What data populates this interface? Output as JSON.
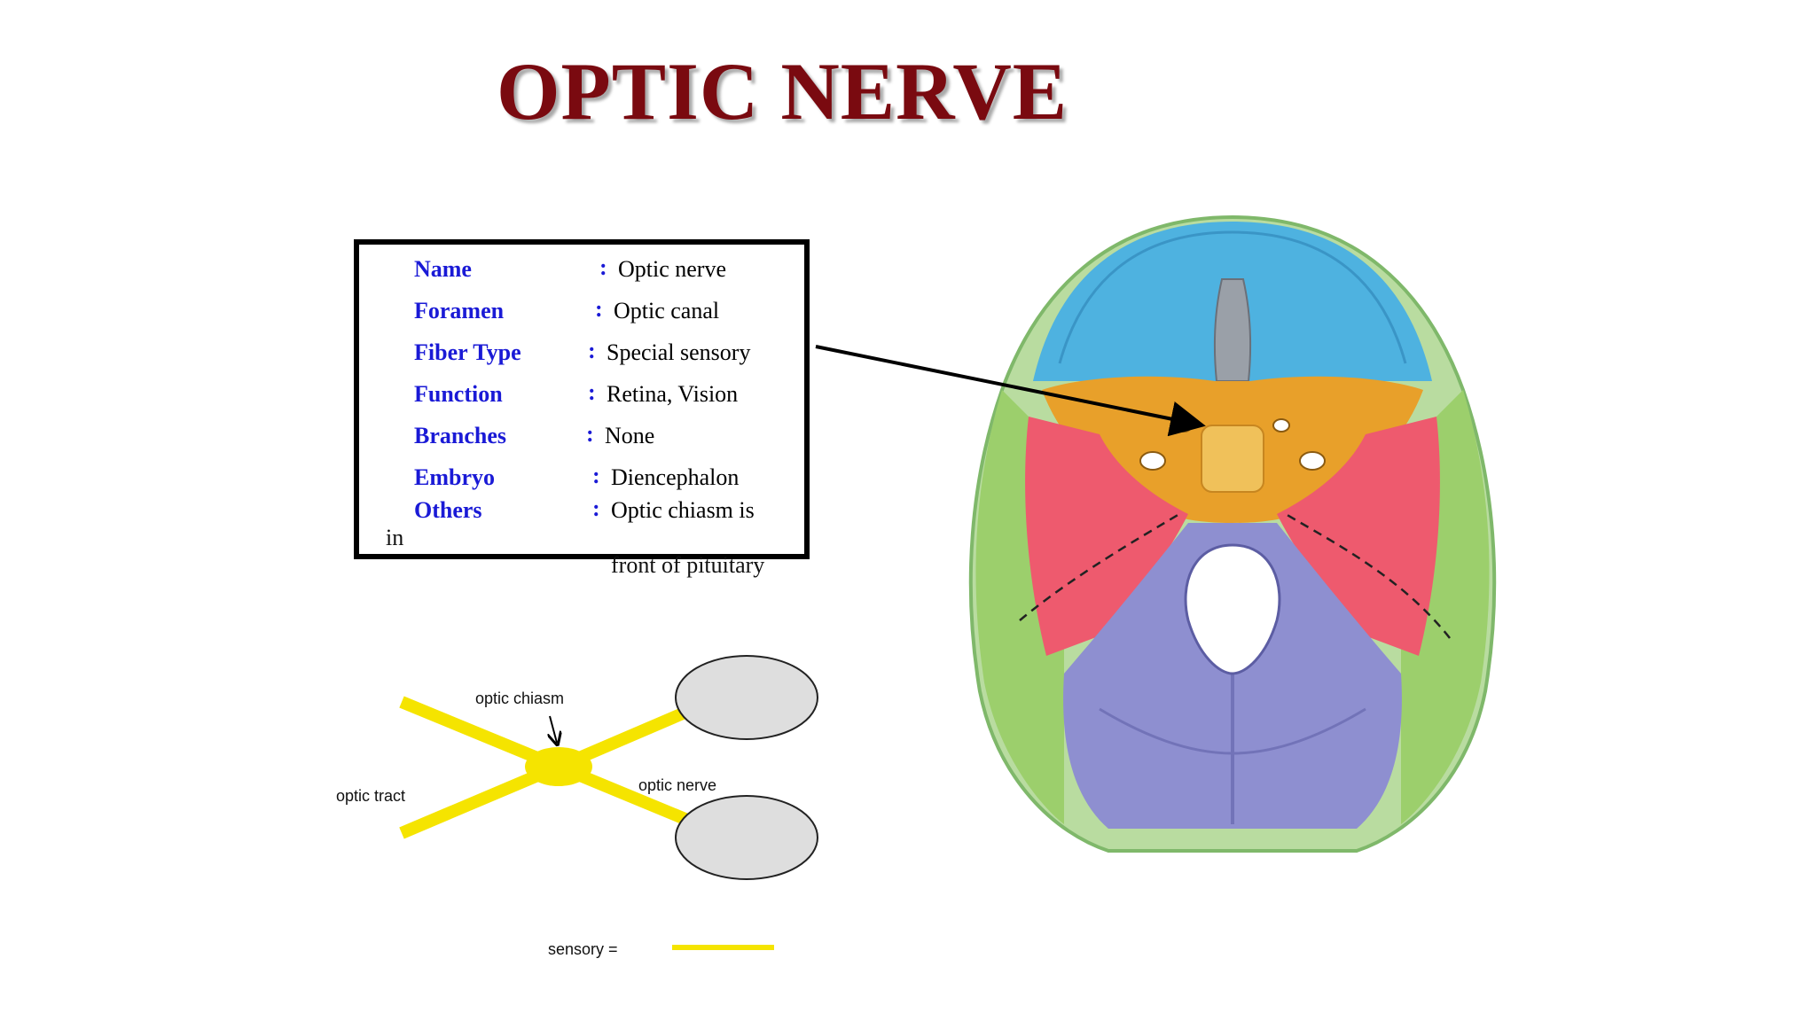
{
  "title": "OPTIC NERVE",
  "info": {
    "rows": [
      {
        "label": "Name",
        "value": "Optic nerve"
      },
      {
        "label": "Foramen",
        "value": "Optic canal"
      },
      {
        "label": "Fiber Type",
        "value": "Special sensory"
      },
      {
        "label": "Function",
        "value": "Retina, Vision"
      },
      {
        "label": "Branches",
        "value": "None"
      },
      {
        "label": "Embryo",
        "value": "Diencephalon"
      },
      {
        "label": "Others",
        "value": "Optic chiasm is"
      }
    ],
    "colon": ":",
    "overflow_in": "in",
    "overflow_line": "front of pituitary"
  },
  "diagram": {
    "optic_chiasm": "optic chiasm",
    "optic_tract": "optic tract",
    "optic_nerve": "optic nerve",
    "legend_label": "sensory ="
  },
  "colors": {
    "title": "#7a0a10",
    "label_blue": "#1a1ad6",
    "nerve_yellow": "#f5e400",
    "eye_gray": "#dedede",
    "frontal_blue": "#4eb2e0",
    "sphenoid_orange": "#e8a02a",
    "temporal_red": "#ee5a6e",
    "occipital_purple": "#8e8fd0",
    "parietal_green": "#9ccf6c"
  }
}
